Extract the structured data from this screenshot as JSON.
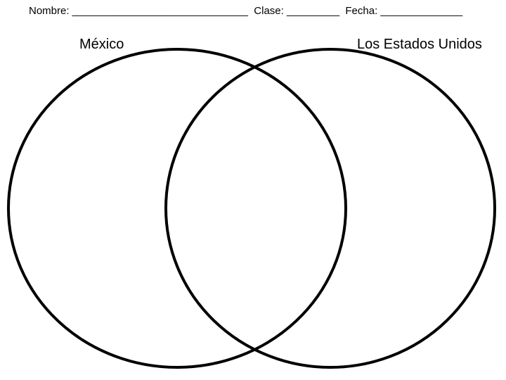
{
  "header": {
    "text": "Nombre: ______________________________  Clase: _________  Fecha: ______________"
  },
  "venn": {
    "left_label": "México",
    "right_label": "Los Estados Unidos"
  }
}
